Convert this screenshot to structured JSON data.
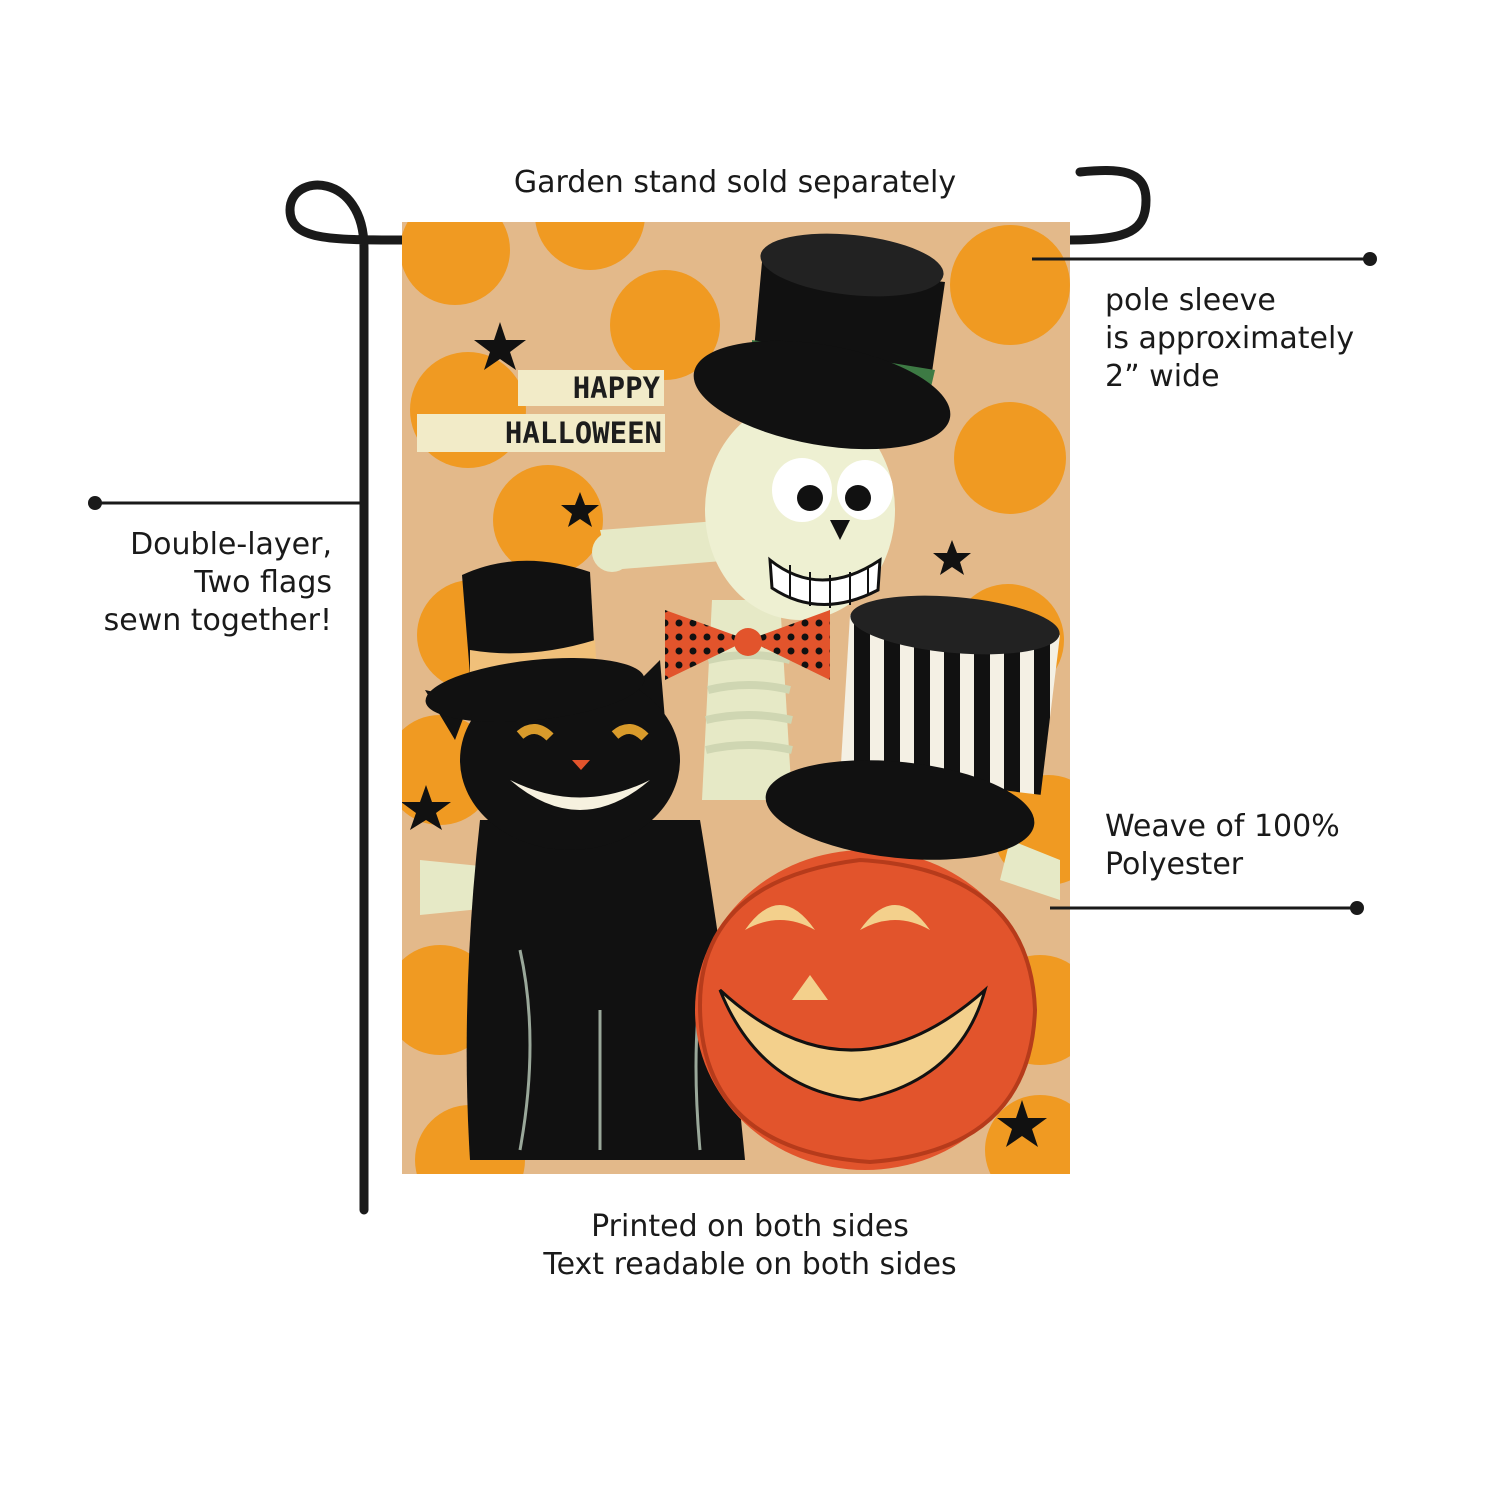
{
  "callouts": {
    "top": "Garden stand sold separately",
    "pole_sleeve": [
      "pole sleeve",
      "is approximately",
      "2” wide"
    ],
    "double_layer": [
      "Double-layer,",
      "Two flags",
      "sewn together!"
    ],
    "material": [
      "Weave of 100%",
      "Polyester"
    ],
    "printing": [
      "Printed on both sides",
      "Text readable on both sides"
    ]
  },
  "flag": {
    "greeting_line1": "HAPPY",
    "greeting_line2": "HALLOWEEN"
  },
  "colors": {
    "burlap": "#e3b98a",
    "dot_orange": "#f09a22",
    "pumpkin": "#e2542c",
    "ink": "#111111"
  }
}
